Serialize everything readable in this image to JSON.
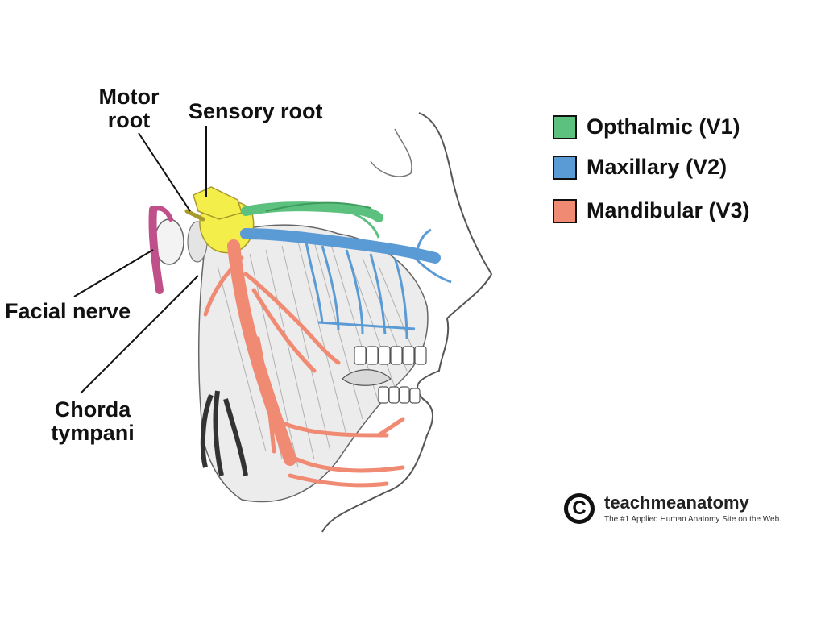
{
  "labels": {
    "motor_root": [
      "Motor",
      "root"
    ],
    "sensory_root": "Sensory root",
    "facial_nerve": "Facial nerve",
    "chorda_tympani": [
      "Chorda",
      "tympani"
    ]
  },
  "legend": [
    {
      "label": "Opthalmic (V1)",
      "color": "#5cc17e"
    },
    {
      "label": "Maxillary (V2)",
      "color": "#5b9bd5"
    },
    {
      "label": "Mandibular (V3)",
      "color": "#f08a73"
    }
  ],
  "colors": {
    "ganglion": "#f4ee4a",
    "facial_nerve": "#c0508a",
    "outline": "#555555"
  },
  "brand": {
    "icon": "copyright-icon",
    "name": "teachmeanatomy",
    "tagline": "The #1 Applied Human Anatomy Site on the Web."
  }
}
